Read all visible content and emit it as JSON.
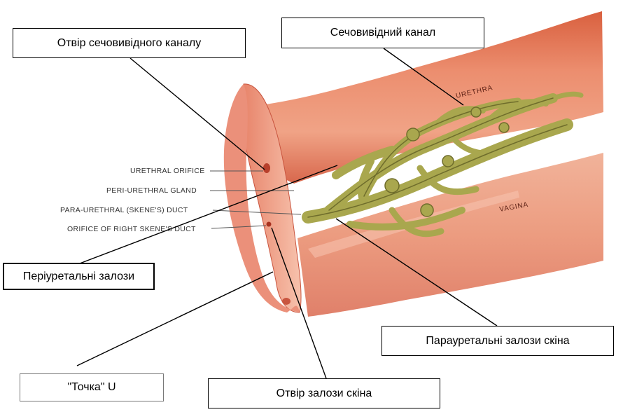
{
  "callouts": {
    "urethral_orifice": "Отвір сечовивідного каналу",
    "urethra": "Сечовивідний канал",
    "periurethral_glands": "Періуретальні залози",
    "skene_glands": "Парауретальні залози скіна",
    "u_spot": "\"Точка\" U",
    "skene_duct_orifice": "Отвір залози скіна"
  },
  "illustration_labels": {
    "urethral_orifice": "URETHRAL ORIFICE",
    "peri_urethral_gland": "PERI-URETHRAL GLAND",
    "para_urethral_duct": "PARA-URETHRAL (SKENE'S) DUCT",
    "orifice_right_skene": "ORIFICE OF RIGHT SKENE'S DUCT",
    "urethra": "URETHRA",
    "vagina": "VAGINA"
  },
  "colors": {
    "tissue": "#e8876a",
    "tissue_dark": "#c9553f",
    "tissue_light": "#f3b49d",
    "gland": "#a9a74e",
    "gland_dark": "#6f6d2c",
    "lumen": "#ffffff",
    "leader": "#000000"
  }
}
